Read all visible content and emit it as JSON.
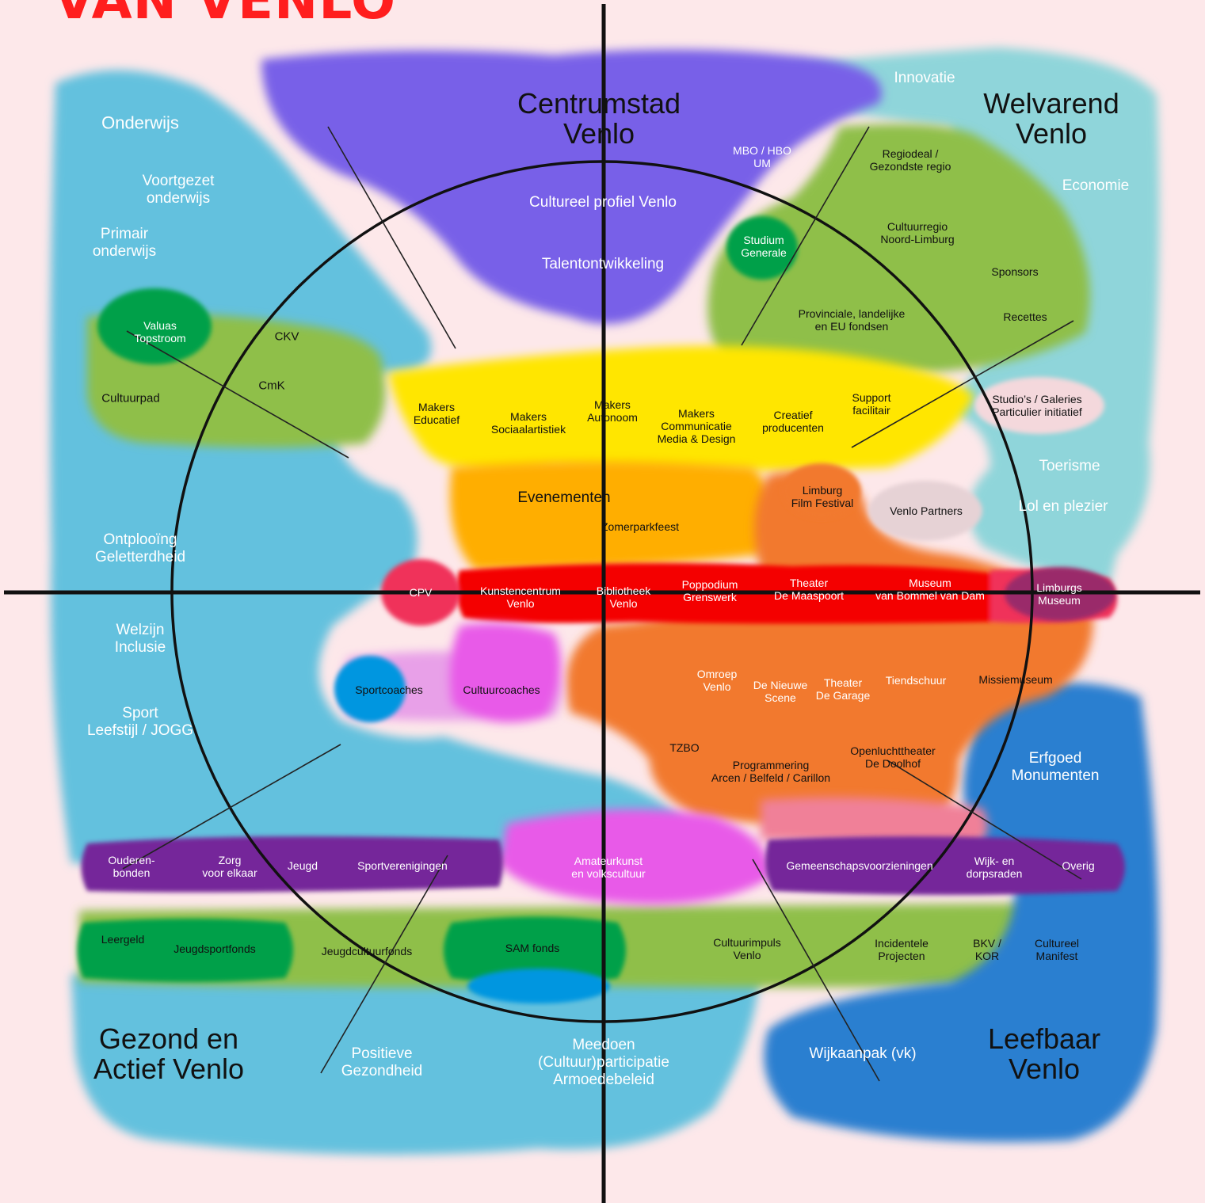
{
  "title": "VAN VENLO",
  "quadrants": {
    "centrum": "Centrumstad\nVenlo",
    "welvarend": "Welvarend\nVenlo",
    "gezond": "Gezond en\nActief Venlo",
    "leefbaar": "Leefbaar\nVenlo"
  },
  "labels": {
    "onderwijs": "Onderwijs",
    "voortgezet": "Voortgezet\nonderwijs",
    "primair": "Primair\nonderwijs",
    "valuas": "Valuas\nTopstroom",
    "ckv": "CKV",
    "cmk": "CmK",
    "cultuurpad": "Cultuurpad",
    "ontplooiing": "Ontplooïng\nGeletterdheid",
    "welzijn": "Welzijn\nInclusie",
    "sport": "Sport\nLeefstijl / JOGG",
    "cultureel_profiel": "Cultureel profiel Venlo",
    "talentontwikkeling": "Talentontwikkeling",
    "innovatie": "Innovatie",
    "economie": "Economie",
    "mbo": "MBO / HBO\nUM",
    "studium": "Studium\nGenerale",
    "regiodeal": "Regiodeal /\nGezondste regio",
    "cultuurregio": "Cultuurregio\nNoord-Limburg",
    "sponsors": "Sponsors",
    "recettes": "Recettes",
    "fondsen": "Provinciale, landelijke\nen EU fondsen",
    "makers_educatief": "Makers\nEducatief",
    "makers_sociaal": "Makers\nSociaalartistiek",
    "makers_autonoom": "Makers\nAutonoom",
    "makers_comm": "Makers\nCommunicatie\nMedia & Design",
    "creatief": "Creatief\nproducenten",
    "support": "Support\nfacilitair",
    "studios": "Studio’s / Galeries\nParticulier initiatief",
    "toerisme": "Toerisme",
    "lol": "Lol en plezier",
    "venlo_partners": "Venlo Partners",
    "evenementen": "Evenementen",
    "zomerparkfeest": "Zomerparkfeest",
    "film_festival": "Limburg\nFilm Festival",
    "cpv": "CPV",
    "kunstencentrum": "Kunstencentrum\nVenlo",
    "bibliotheek": "Bibliotheek\nVenlo",
    "poppodium": "Poppodium\nGrenswerk",
    "theater_maaspoort": "Theater\nDe Maaspoort",
    "museum_vbvd": "Museum\nvan Bommel van Dam",
    "limburgs_museum": "Limburgs\nMuseum",
    "sportcoaches": "Sportcoaches",
    "cultuurcoaches": "Cultuurcoaches",
    "omroep": "Omroep\nVenlo",
    "nieuwe_scene": "De Nieuwe\nScene",
    "theater_garage": "Theater\nDe Garage",
    "tiendschuur": "Tiendschuur",
    "missiemuseum": "Missiemuseum",
    "tzbo": "TZBO",
    "programmering": "Programmering\nArcen / Belfeld / Carillon",
    "openluchttheater": "Openluchttheater\nDe Doolhof",
    "erfgoed": "Erfgoed\nMonumenten",
    "ouderenbonden": "Ouderen-\nbonden",
    "zorg": "Zorg\nvoor elkaar",
    "jeugd": "Jeugd",
    "sportverenigingen": "Sportverenigingen",
    "amateurkunst": "Amateurkunst\nen volkscultuur",
    "gemeenschap": "Gemeenschapsvoorzieningen",
    "wijkraden": "Wijk- en\ndorpsraden",
    "overig": "Overig",
    "leergeld": "Leergeld",
    "jeugdsportfonds": "Jeugdsportfonds",
    "jeugdcultuurfonds": "Jeugdcultuurfonds",
    "sam_fonds": "SAM fonds",
    "cultuurimpuls": "Cultuurimpuls\nVenlo",
    "incidentele": "Incidentele\nProjecten",
    "bkv": "BKV /\nKOR",
    "cultureel_manifest": "Cultureel\nManifest",
    "positieve": "Positieve\nGezondheid",
    "meedoen": "Meedoen\n(Cultuur)participatie\nArmoedebeleid",
    "wijkaanpak": "Wijkaanpak (vk)"
  },
  "colors": {
    "background": "#fde8ea",
    "light_blue": "#63c1de",
    "teal": "#8fd5da",
    "purple": "#7860e8",
    "lime": "#8fbf4a",
    "dark_green": "#00a04a",
    "yellow": "#ffe600",
    "amber": "#ffae00",
    "orange": "#f2792e",
    "red": "#f40000",
    "crimson": "#f0305a",
    "magenta": "#e85ae8",
    "violet": "#74279a",
    "blue": "#2a7fd0",
    "sky": "#0096e0",
    "title_red": "#ff1e1e"
  }
}
